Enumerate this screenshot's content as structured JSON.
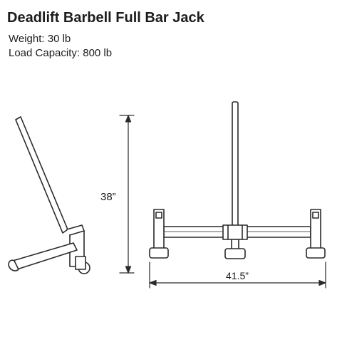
{
  "title": "Deadlift Barbell Full Bar Jack",
  "specs": {
    "weight": "Weight: 30 lb",
    "load_capacity": "Load Capacity: 800 lb"
  },
  "dimensions": {
    "height": "38”",
    "width": "41.5”"
  },
  "colors": {
    "line": "#2a2a2a",
    "text": "#1c1c1c"
  }
}
